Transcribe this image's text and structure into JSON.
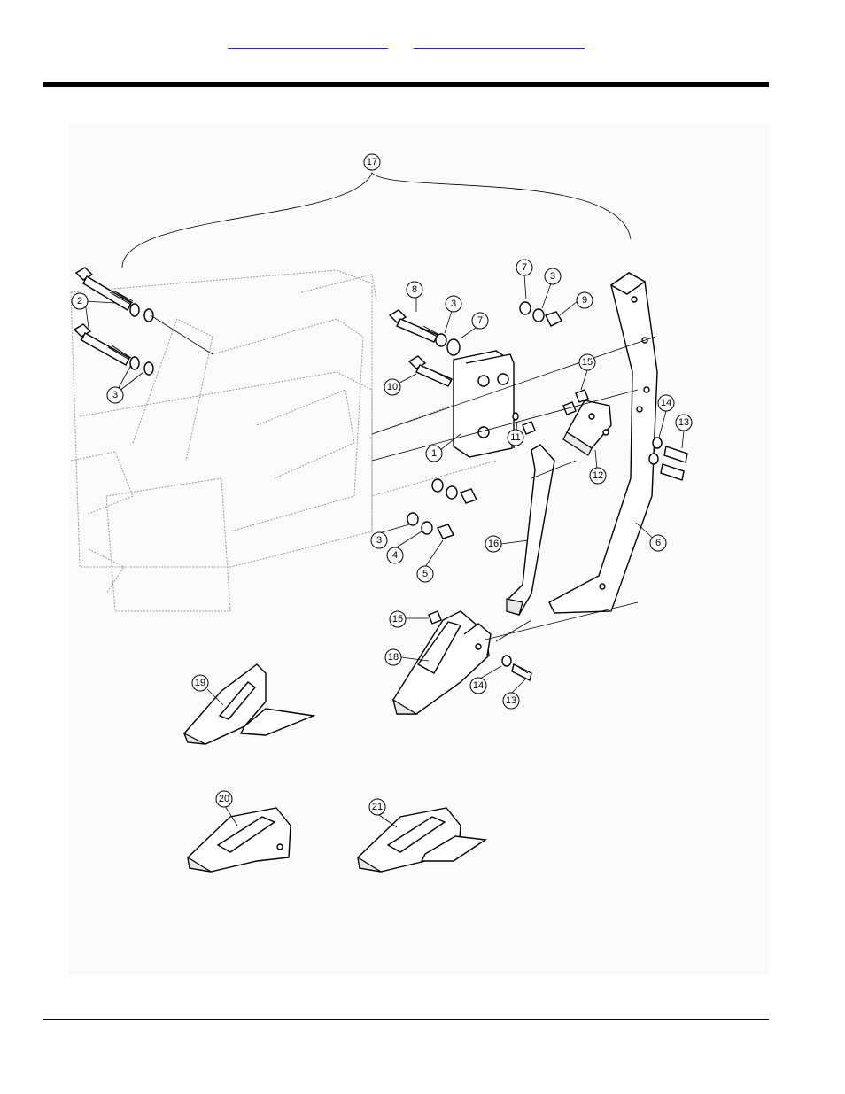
{
  "header": {
    "link_1": "",
    "link_2": ""
  },
  "callouts": [
    {
      "id": "c17",
      "label": "17"
    },
    {
      "id": "c2",
      "label": "2"
    },
    {
      "id": "c3a",
      "label": "3"
    },
    {
      "id": "c8",
      "label": "8"
    },
    {
      "id": "c3b",
      "label": "3"
    },
    {
      "id": "c7a",
      "label": "7"
    },
    {
      "id": "c7b",
      "label": "7"
    },
    {
      "id": "c3c",
      "label": "3"
    },
    {
      "id": "c9",
      "label": "9"
    },
    {
      "id": "c10",
      "label": "10"
    },
    {
      "id": "c1",
      "label": "1"
    },
    {
      "id": "c11",
      "label": "11"
    },
    {
      "id": "c15a",
      "label": "15"
    },
    {
      "id": "c14a",
      "label": "14"
    },
    {
      "id": "c13a",
      "label": "13"
    },
    {
      "id": "c12",
      "label": "12"
    },
    {
      "id": "c6",
      "label": "6"
    },
    {
      "id": "c3d",
      "label": "3"
    },
    {
      "id": "c4",
      "label": "4"
    },
    {
      "id": "c5",
      "label": "5"
    },
    {
      "id": "c16",
      "label": "16"
    },
    {
      "id": "c15b",
      "label": "15"
    },
    {
      "id": "c18",
      "label": "18"
    },
    {
      "id": "c14b",
      "label": "14"
    },
    {
      "id": "c13b",
      "label": "13"
    },
    {
      "id": "c19",
      "label": "19"
    },
    {
      "id": "c20",
      "label": "20"
    },
    {
      "id": "c21",
      "label": "21"
    }
  ]
}
